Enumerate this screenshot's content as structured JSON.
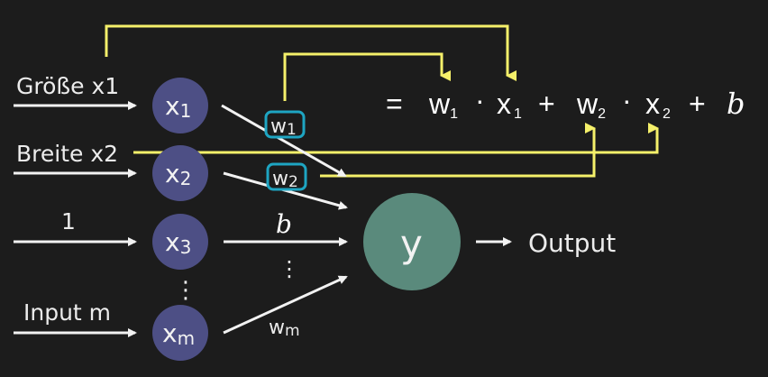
{
  "colors": {
    "background": "#1c1c1c",
    "input_node": "#4d4f85",
    "output_node": "#5a8a7c",
    "highlight_yellow": "#f5f06a",
    "weight_box": "#1ea5c2",
    "arrow": "#f2f2f2"
  },
  "inputs": [
    {
      "label": "Größe x1",
      "node": "x",
      "sub": "1"
    },
    {
      "label": "Breite x2",
      "node": "x",
      "sub": "2"
    },
    {
      "label": "1",
      "node": "x",
      "sub": "3"
    },
    {
      "label": "Input m",
      "node": "x",
      "sub": "m"
    }
  ],
  "weights": [
    {
      "name": "w",
      "sub": "1"
    },
    {
      "name": "w",
      "sub": "2"
    },
    {
      "name": "b",
      "sub": ""
    },
    {
      "name": "w",
      "sub": "m"
    }
  ],
  "ellipsis": "⋮",
  "output_node": {
    "label": "y"
  },
  "output_label": "Output",
  "equation": {
    "equals": "=",
    "terms": [
      {
        "w": "w",
        "w_sub": "1",
        "dot": "·",
        "x": "x",
        "x_sub": "1"
      },
      {
        "w": "w",
        "w_sub": "2",
        "dot": "·",
        "x": "x",
        "x_sub": "2"
      }
    ],
    "plus": "+",
    "bias": "b"
  }
}
